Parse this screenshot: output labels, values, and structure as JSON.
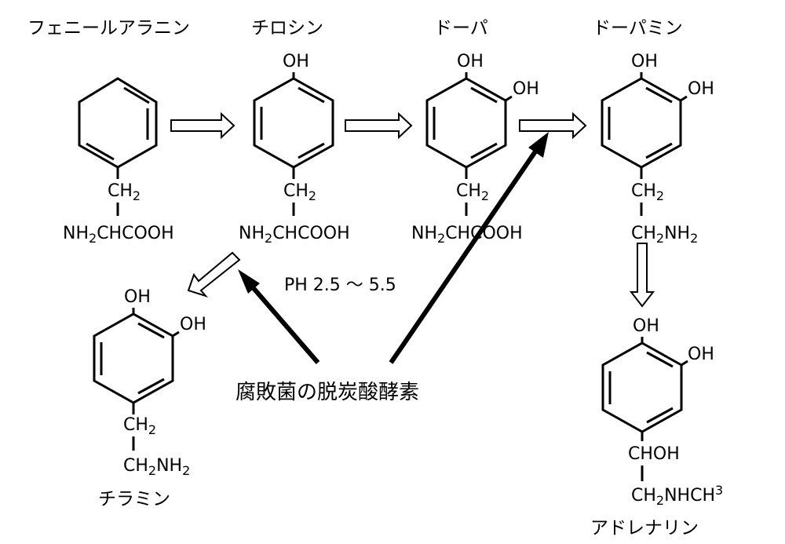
{
  "compounds": {
    "phenylalanine": {
      "name": "フェニールアラニン",
      "ch2": "CH",
      "amine": "NH",
      "acid": "CHCOOH"
    },
    "tyrosine": {
      "name": "チロシン",
      "oh": "OH",
      "ch2": "CH",
      "amine": "NH",
      "acid": "CHCOOH"
    },
    "dopa": {
      "name": "ドーパ",
      "oh1": "OH",
      "oh2": "OH",
      "ch2": "CH",
      "amine": "NH",
      "acid": "CHCOOH"
    },
    "dopamine": {
      "name": "ドーパミン",
      "oh1": "OH",
      "oh2": "OH",
      "ch2": "CH",
      "ch2b": "CH",
      "amine": "NH"
    },
    "tyramine": {
      "name": "チラミン",
      "oh1": "OH",
      "oh2": "OH",
      "ch2": "CH",
      "ch2b": "CH",
      "amine": "NH"
    },
    "adrenaline": {
      "name": "アドレナリン",
      "oh1": "OH",
      "oh2": "OH",
      "chohgroup": "CHOH",
      "ch2": "CH",
      "amine": "NHCH",
      "methyl_sup": "3"
    }
  },
  "subscripts": {
    "two": "2"
  },
  "conditions": {
    "ph": "PH 2.5 ～ 5.5"
  },
  "enzyme": {
    "label": "腐敗菌の脱炭酸酵素"
  }
}
